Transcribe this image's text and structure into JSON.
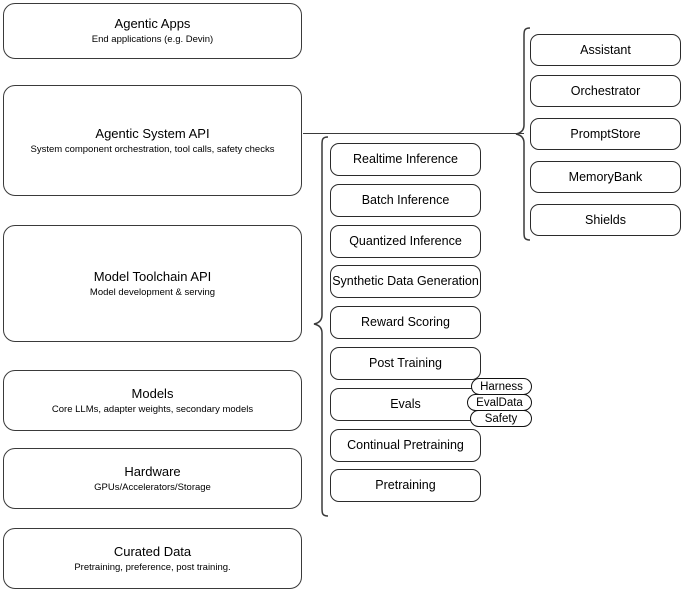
{
  "diagram": {
    "title": "Agentic stack layer diagram",
    "stroke_color": "#3a3a3a",
    "background_color": "#ffffff"
  },
  "stack_layers": [
    {
      "name": "agentic-apps",
      "title": "Agentic Apps",
      "subtitle": "End applications (e.g. Devin)"
    },
    {
      "name": "agentic-system-api",
      "title": "Agentic System API",
      "subtitle": "System component orchestration, tool calls, safety checks"
    },
    {
      "name": "model-toolchain-api",
      "title": "Model Toolchain API",
      "subtitle": "Model development & serving"
    },
    {
      "name": "models",
      "title": "Models",
      "subtitle": "Core LLMs, adapter weights, secondary models"
    },
    {
      "name": "hardware",
      "title": "Hardware",
      "subtitle": "GPUs/Accelerators/Storage"
    },
    {
      "name": "curated-data",
      "title": "Curated Data",
      "subtitle": "Pretraining, preference, post training."
    }
  ],
  "toolchain_components": [
    {
      "label": "Realtime Inference"
    },
    {
      "label": "Batch Inference"
    },
    {
      "label": "Quantized Inference"
    },
    {
      "label": "Synthetic Data Generation"
    },
    {
      "label": "Reward Scoring"
    },
    {
      "label": "Post Training"
    },
    {
      "label": "Evals"
    },
    {
      "label": "Continual Pretraining"
    },
    {
      "label": "Pretraining"
    }
  ],
  "system_components": [
    {
      "label": "Assistant"
    },
    {
      "label": "Orchestrator"
    },
    {
      "label": "PromptStore"
    },
    {
      "label": "MemoryBank"
    },
    {
      "label": "Shields"
    }
  ],
  "evals_subcomponents": [
    {
      "label": "Harness"
    },
    {
      "label": "EvalData"
    },
    {
      "label": "Safety"
    }
  ]
}
